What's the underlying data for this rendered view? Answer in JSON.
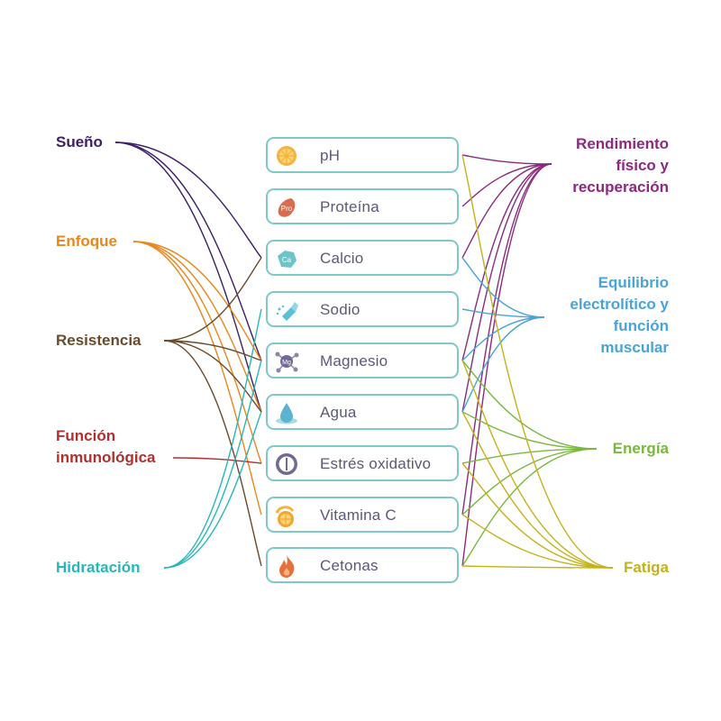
{
  "left_factors": [
    {
      "id": "sueno",
      "label": "Sueño",
      "color": "#3d1f66"
    },
    {
      "id": "enfoque",
      "label": "Enfoque",
      "color": "#e8871e"
    },
    {
      "id": "resistencia",
      "label": "Resistencia",
      "color": "#6b4a2b"
    },
    {
      "id": "funcion",
      "label": "Función\ninmunológica",
      "color": "#b0302e"
    },
    {
      "id": "hidratacion",
      "label": "Hidratación",
      "color": "#27b6b9"
    }
  ],
  "biomarkers": [
    {
      "id": "ph",
      "label": "pH",
      "icon": "orange-slice-icon"
    },
    {
      "id": "proteina",
      "label": "Proteína",
      "icon": "protein-icon",
      "badge": "Pro"
    },
    {
      "id": "calcio",
      "label": "Calcio",
      "icon": "calcium-icon",
      "badge": "Ca"
    },
    {
      "id": "sodio",
      "label": "Sodio",
      "icon": "salt-shaker-icon"
    },
    {
      "id": "magnesio",
      "label": "Magnesio",
      "icon": "magnesium-icon",
      "badge": "Mg"
    },
    {
      "id": "agua",
      "label": "Agua",
      "icon": "water-drop-icon"
    },
    {
      "id": "estres",
      "label": "Estrés oxidativo",
      "icon": "clock-icon"
    },
    {
      "id": "vitaminac",
      "label": "Vitamina C",
      "icon": "citrus-icon"
    },
    {
      "id": "cetonas",
      "label": "Cetonas",
      "icon": "flame-icon"
    }
  ],
  "right_factors": [
    {
      "id": "rendimiento",
      "label": "Rendimiento\nfísico y\nrecuperación",
      "color": "#8b2a7e"
    },
    {
      "id": "equilibrio",
      "label": "Equilibrio\nelectrolítico y\nfunción\nmuscular",
      "color": "#4aa3d8"
    },
    {
      "id": "energia",
      "label": "Energía",
      "color": "#79b840"
    },
    {
      "id": "fatiga",
      "label": "Fatiga",
      "color": "#c4b21a"
    }
  ],
  "left_links": {
    "sueno": [
      "calcio",
      "magnesio",
      "agua"
    ],
    "enfoque": [
      "magnesio",
      "agua",
      "estres",
      "vitaminac"
    ],
    "resistencia": [
      "calcio",
      "magnesio",
      "agua",
      "cetonas"
    ],
    "funcion": [
      "estres"
    ],
    "hidratacion": [
      "sodio",
      "magnesio",
      "agua"
    ]
  },
  "right_links": {
    "rendimiento": [
      "ph",
      "proteina",
      "calcio",
      "magnesio",
      "agua",
      "vitaminac",
      "cetonas"
    ],
    "equilibrio": [
      "calcio",
      "sodio",
      "magnesio",
      "agua"
    ],
    "energia": [
      "magnesio",
      "agua",
      "estres",
      "vitaminac",
      "cetonas"
    ],
    "fatiga": [
      "ph",
      "magnesio",
      "agua",
      "estres",
      "vitaminac",
      "cetonas"
    ]
  },
  "colors": {
    "box_border": "#7fc8c8",
    "label_text": "#5a5a78"
  }
}
